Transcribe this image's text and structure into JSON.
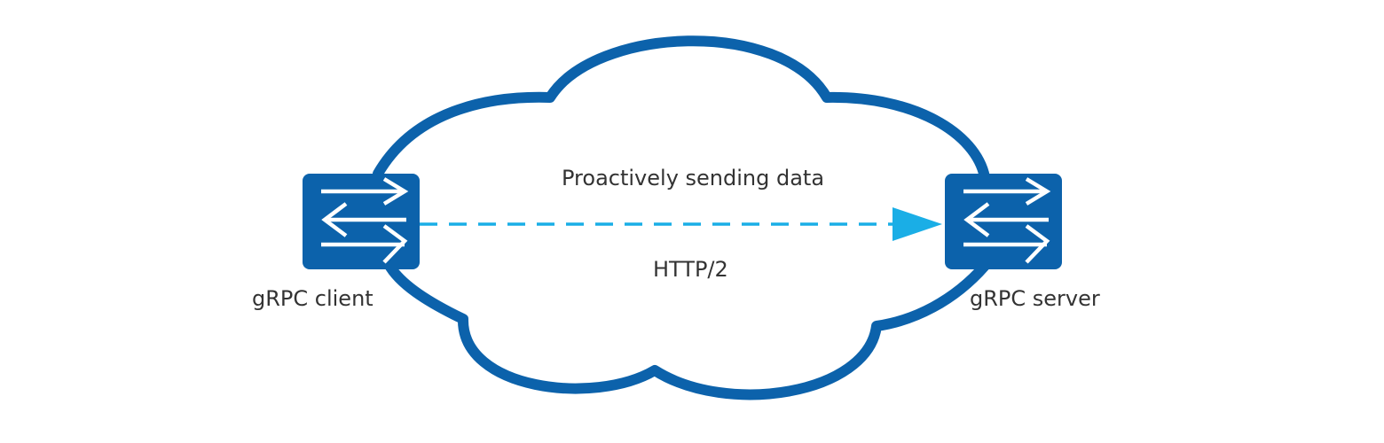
{
  "diagram": {
    "message_label": "Proactively sending data",
    "protocol_label": "HTTP/2",
    "client_label": "gRPC client",
    "server_label": "gRPC server"
  },
  "nodes": {
    "client": {
      "icon": "switch-icon",
      "label": "gRPC client"
    },
    "server": {
      "icon": "switch-icon",
      "label": "gRPC server"
    }
  },
  "edge": {
    "from": "client",
    "to": "server",
    "style": "dashed",
    "direction": "client-to-server"
  },
  "colors": {
    "cloud_stroke": "#0c62ab",
    "device_fill": "#0c62ab",
    "arrow": "#1aaee6",
    "text": "#333333",
    "background": "#ffffff"
  }
}
